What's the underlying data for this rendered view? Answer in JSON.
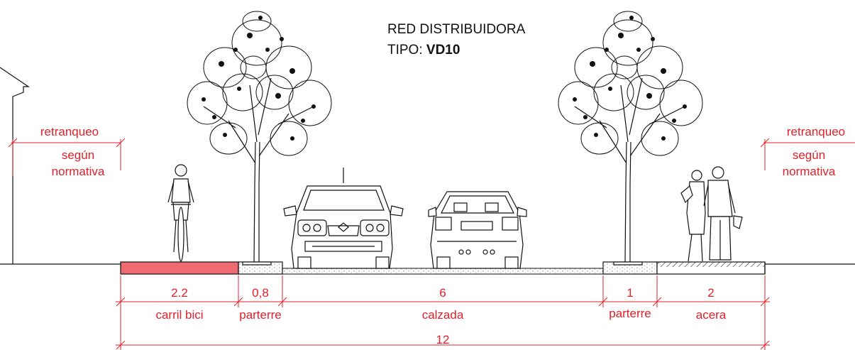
{
  "title": {
    "line1": "RED DISTRIBUIDORA",
    "type_prefix": "TIPO: ",
    "type_code": "VD10"
  },
  "setback_left": {
    "line1": "retranqueo",
    "line2": "según",
    "line3": "normativa"
  },
  "setback_right": {
    "line1": "retranqueo",
    "line2": "según",
    "line3": "normativa"
  },
  "segments": [
    {
      "width": "2.2",
      "label": "carril bici"
    },
    {
      "width": "0,8",
      "label": "parterre"
    },
    {
      "width": "6",
      "label": "calzada"
    },
    {
      "width": "1",
      "label": "parterre"
    },
    {
      "width": "2",
      "label": "acera"
    }
  ],
  "total_width": "12",
  "colors": {
    "dimension": "#e0202a",
    "bike_lane": "#ef6b72",
    "ink": "#111111"
  },
  "icons": [
    "building-outline-icon",
    "cyclist-icon",
    "tree-icon",
    "car-front-icon",
    "car-rear-icon",
    "pedestrians-icon"
  ]
}
